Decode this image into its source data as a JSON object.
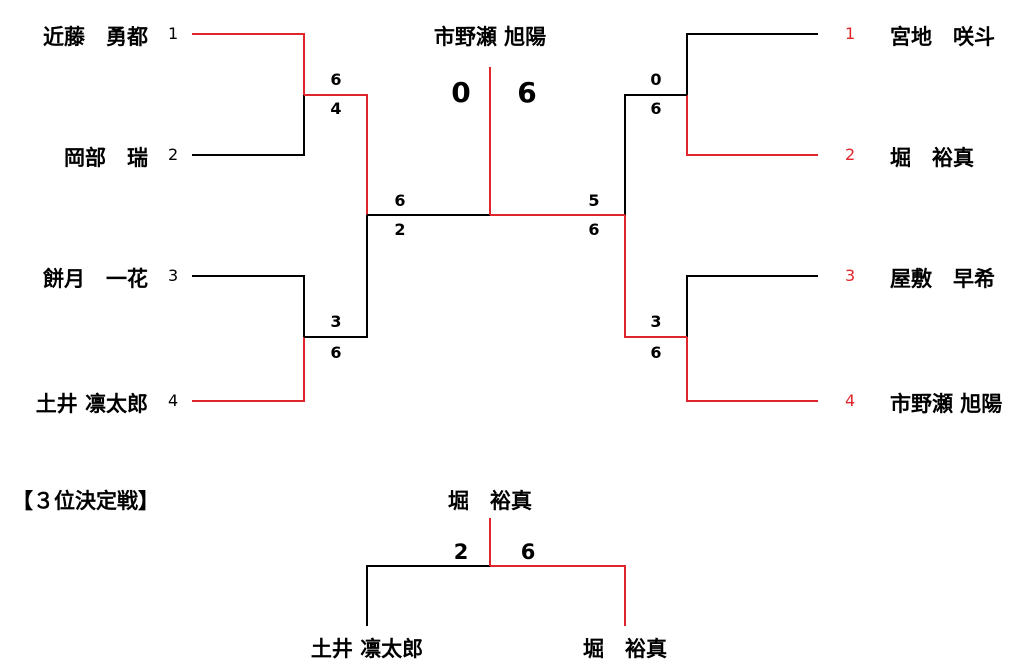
{
  "colors": {
    "win": "#e0262b",
    "line": "#000000"
  },
  "left_players": [
    {
      "seed": "1",
      "name": "近藤　勇都"
    },
    {
      "seed": "2",
      "name": "岡部　瑞"
    },
    {
      "seed": "3",
      "name": "餅月　一花"
    },
    {
      "seed": "4",
      "name": "土井 凛太郎"
    }
  ],
  "right_players": [
    {
      "seed": "1",
      "name": "宮地　咲斗"
    },
    {
      "seed": "2",
      "name": "堀　裕真"
    },
    {
      "seed": "3",
      "name": "屋敷　早希"
    },
    {
      "seed": "4",
      "name": "市野瀬 旭陽"
    }
  ],
  "scores": {
    "left_sf1": [
      "6",
      "4"
    ],
    "left_sf2": [
      "3",
      "6"
    ],
    "left_final": [
      "6",
      "2"
    ],
    "right_sf1": [
      "0",
      "6"
    ],
    "right_sf2": [
      "3",
      "6"
    ],
    "right_final": [
      "5",
      "6"
    ]
  },
  "champion": "市野瀬 旭陽",
  "final_score": [
    "0",
    "6"
  ],
  "third_place": {
    "title": "【３位決定戦】",
    "winner": "堀　裕真",
    "score": [
      "2",
      "6"
    ],
    "left_player": "土井 凛太郎",
    "right_player": "堀　裕真"
  }
}
